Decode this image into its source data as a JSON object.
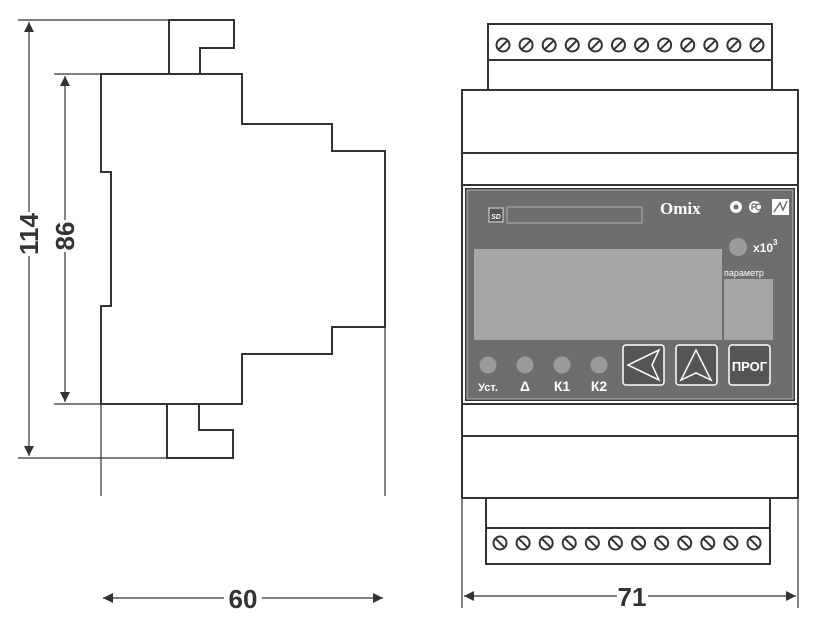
{
  "side_view": {
    "height_total": "114",
    "height_body": "86",
    "depth": "60"
  },
  "front_view": {
    "width": "71",
    "terminal_count_top": 12,
    "terminal_count_bottom": 12,
    "panel": {
      "brand": "Omix",
      "sd_label": "SD",
      "multiplier_label": "x10",
      "multiplier_exp": "3",
      "parameter_label": "параметр",
      "indicators": [
        "Уст.",
        "Δ",
        "К1",
        "К2"
      ],
      "buttons": [
        "left-arrow",
        "up-arrow",
        "ПРОГ"
      ]
    },
    "colors": {
      "panel": "#6e6e6e",
      "display": "#a6a6a6",
      "led": "#9a9a9a"
    }
  }
}
